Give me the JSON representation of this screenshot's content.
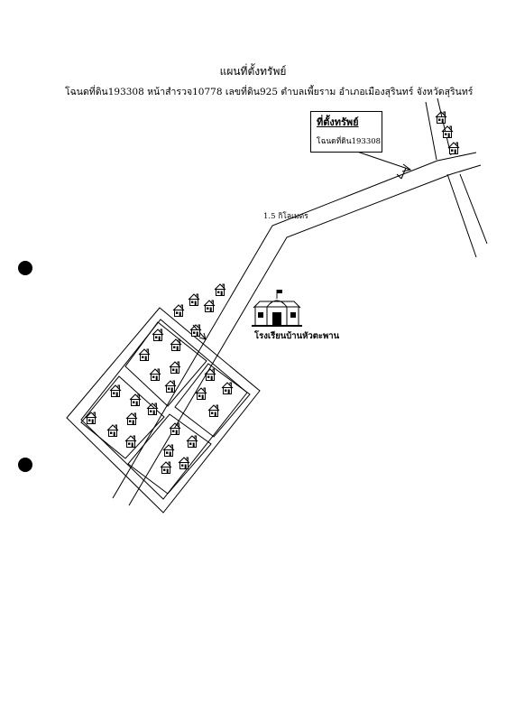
{
  "header": {
    "title": "แผนที่ตั้งทรัพย์",
    "subtitle": "โฉนดที่ดิน193308 หน้าสำรวจ10778 เลขที่ดิน925 ตำบลเพี้ยราม อำเภอเมืองสุรินทร์ จังหวัดสุรินทร์"
  },
  "callout": {
    "title": "ที่ตั้งทรัพย์",
    "deed": "โฉนดที่ดิน193308"
  },
  "road": {
    "distance_label": "1.5 กิโลเมตร"
  },
  "landmark": {
    "school_name": "โรงเรียนบ้านหัวตะพาน",
    "icon": "school-icon"
  },
  "markers": {
    "house_icon": "house-icon",
    "hole_icon": "punch-hole-icon",
    "color": "#000000"
  }
}
